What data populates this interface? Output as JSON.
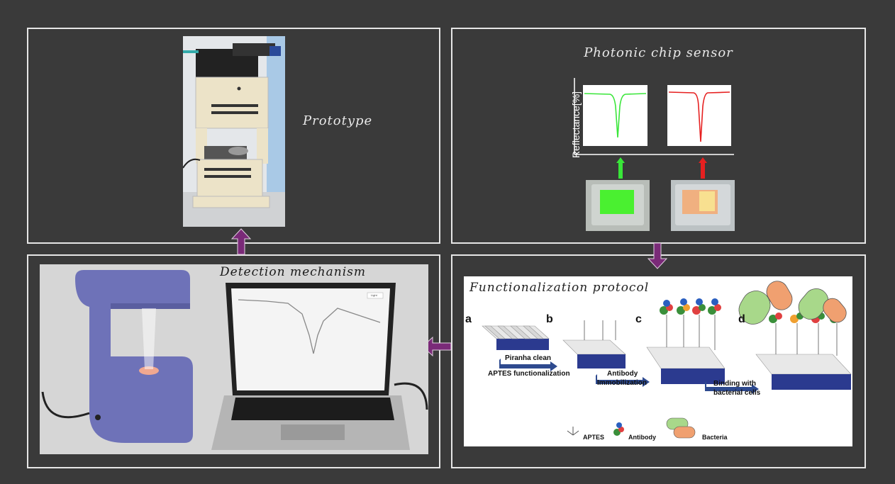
{
  "panels": {
    "prototype": {
      "label": "Prototype"
    },
    "sensor": {
      "title": "Photonic chip sensor",
      "ylabel": "Reflectance[%]",
      "curve_colors": [
        "#39e639",
        "#e62020"
      ]
    },
    "detection": {
      "label": "Detection mechanism",
      "legend_text": "Light"
    },
    "functionalization": {
      "label": "Functionalization protocol",
      "steps": [
        "a",
        "b",
        "c",
        "d"
      ],
      "arrow_labels": {
        "ab_top": "Piranha clean",
        "ab_bottom": "APTES functionalization",
        "bc_top": "Antibody",
        "bc_bottom": "Immobilization",
        "cd_top": "Binding with",
        "cd_bottom": "bacterial cells"
      },
      "legend": [
        "APTES",
        "Antibody",
        "Bacteria"
      ]
    }
  },
  "colors": {
    "flow_arrow": "#7a2a78",
    "panel_border": "#e6e6e6",
    "background": "#3a3a3a"
  }
}
